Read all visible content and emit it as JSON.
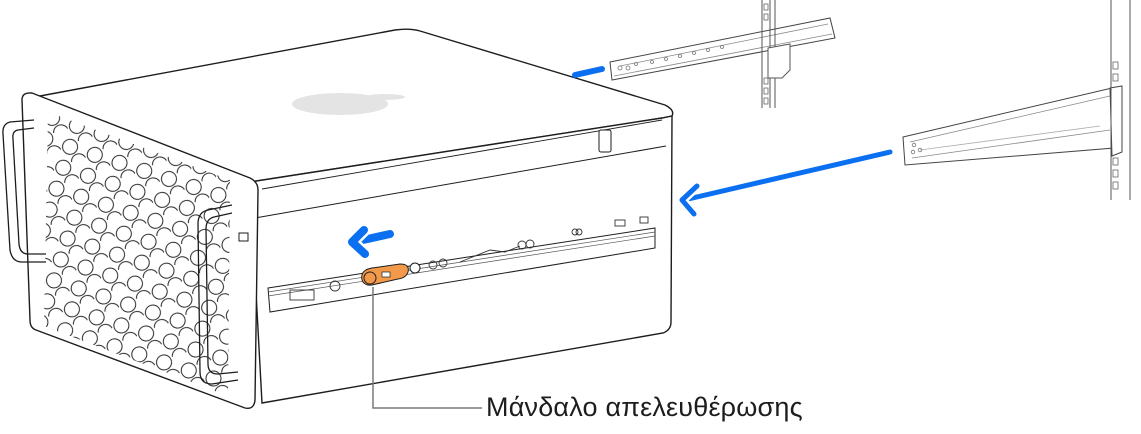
{
  "diagram": {
    "subject": "rack-mounted computer being slid onto rack rails",
    "callouts": [
      {
        "id": "release-latch",
        "label": "Μάνδαλο απελευθέρωσης"
      }
    ],
    "colors": {
      "arrow": "#0a6ff0",
      "latch": "#f29a4a",
      "line": "#1d1d1f",
      "logo": "#e4e4e4",
      "callout_line": "#7a7a7a"
    }
  }
}
